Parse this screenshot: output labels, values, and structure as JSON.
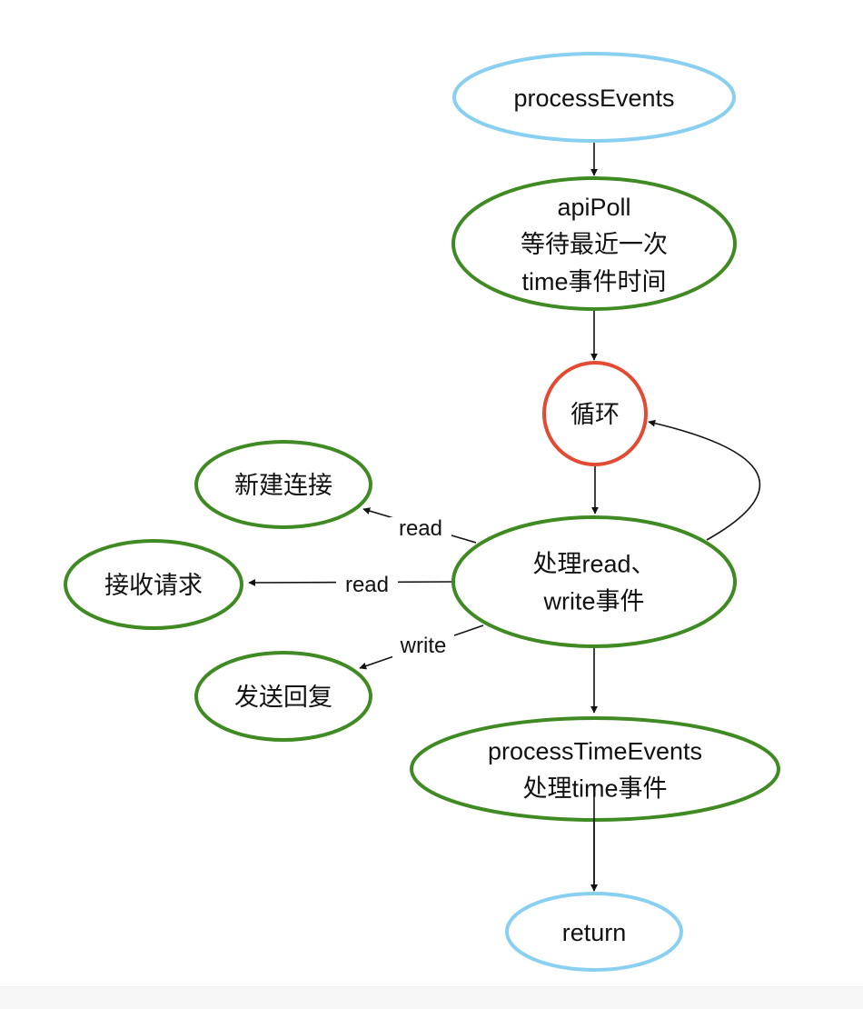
{
  "colors": {
    "terminal_border": "#89cff0",
    "process_border": "#3f8a22",
    "loop_border": "#e34a33",
    "edge": "#111111",
    "text": "#111111"
  },
  "nodes": {
    "process_events": {
      "lines": [
        "processEvents"
      ],
      "style": "terminal"
    },
    "api_poll": {
      "lines": [
        "apiPoll",
        "等待最近一次",
        "time事件时间"
      ],
      "style": "process"
    },
    "loop": {
      "lines": [
        "循环"
      ],
      "style": "loop"
    },
    "handle_rw": {
      "lines": [
        "处理read、",
        "write事件"
      ],
      "style": "process"
    },
    "new_connection": {
      "lines": [
        "新建连接"
      ],
      "style": "process"
    },
    "accept_request": {
      "lines": [
        "接收请求"
      ],
      "style": "process"
    },
    "send_reply": {
      "lines": [
        "发送回复"
      ],
      "style": "process"
    },
    "process_time_events": {
      "lines": [
        "processTimeEvents",
        "处理time事件"
      ],
      "style": "process"
    },
    "return_node": {
      "lines": [
        "return"
      ],
      "style": "terminal"
    }
  },
  "edges": [
    {
      "from": "process_events",
      "to": "api_poll",
      "label": ""
    },
    {
      "from": "api_poll",
      "to": "loop",
      "label": ""
    },
    {
      "from": "loop",
      "to": "handle_rw",
      "label": ""
    },
    {
      "from": "handle_rw",
      "to": "loop",
      "label": ""
    },
    {
      "from": "handle_rw",
      "to": "new_connection",
      "label": "read"
    },
    {
      "from": "handle_rw",
      "to": "accept_request",
      "label": "read"
    },
    {
      "from": "handle_rw",
      "to": "send_reply",
      "label": "write"
    },
    {
      "from": "handle_rw",
      "to": "process_time_events",
      "label": ""
    },
    {
      "from": "process_time_events",
      "to": "return_node",
      "label": ""
    }
  ]
}
